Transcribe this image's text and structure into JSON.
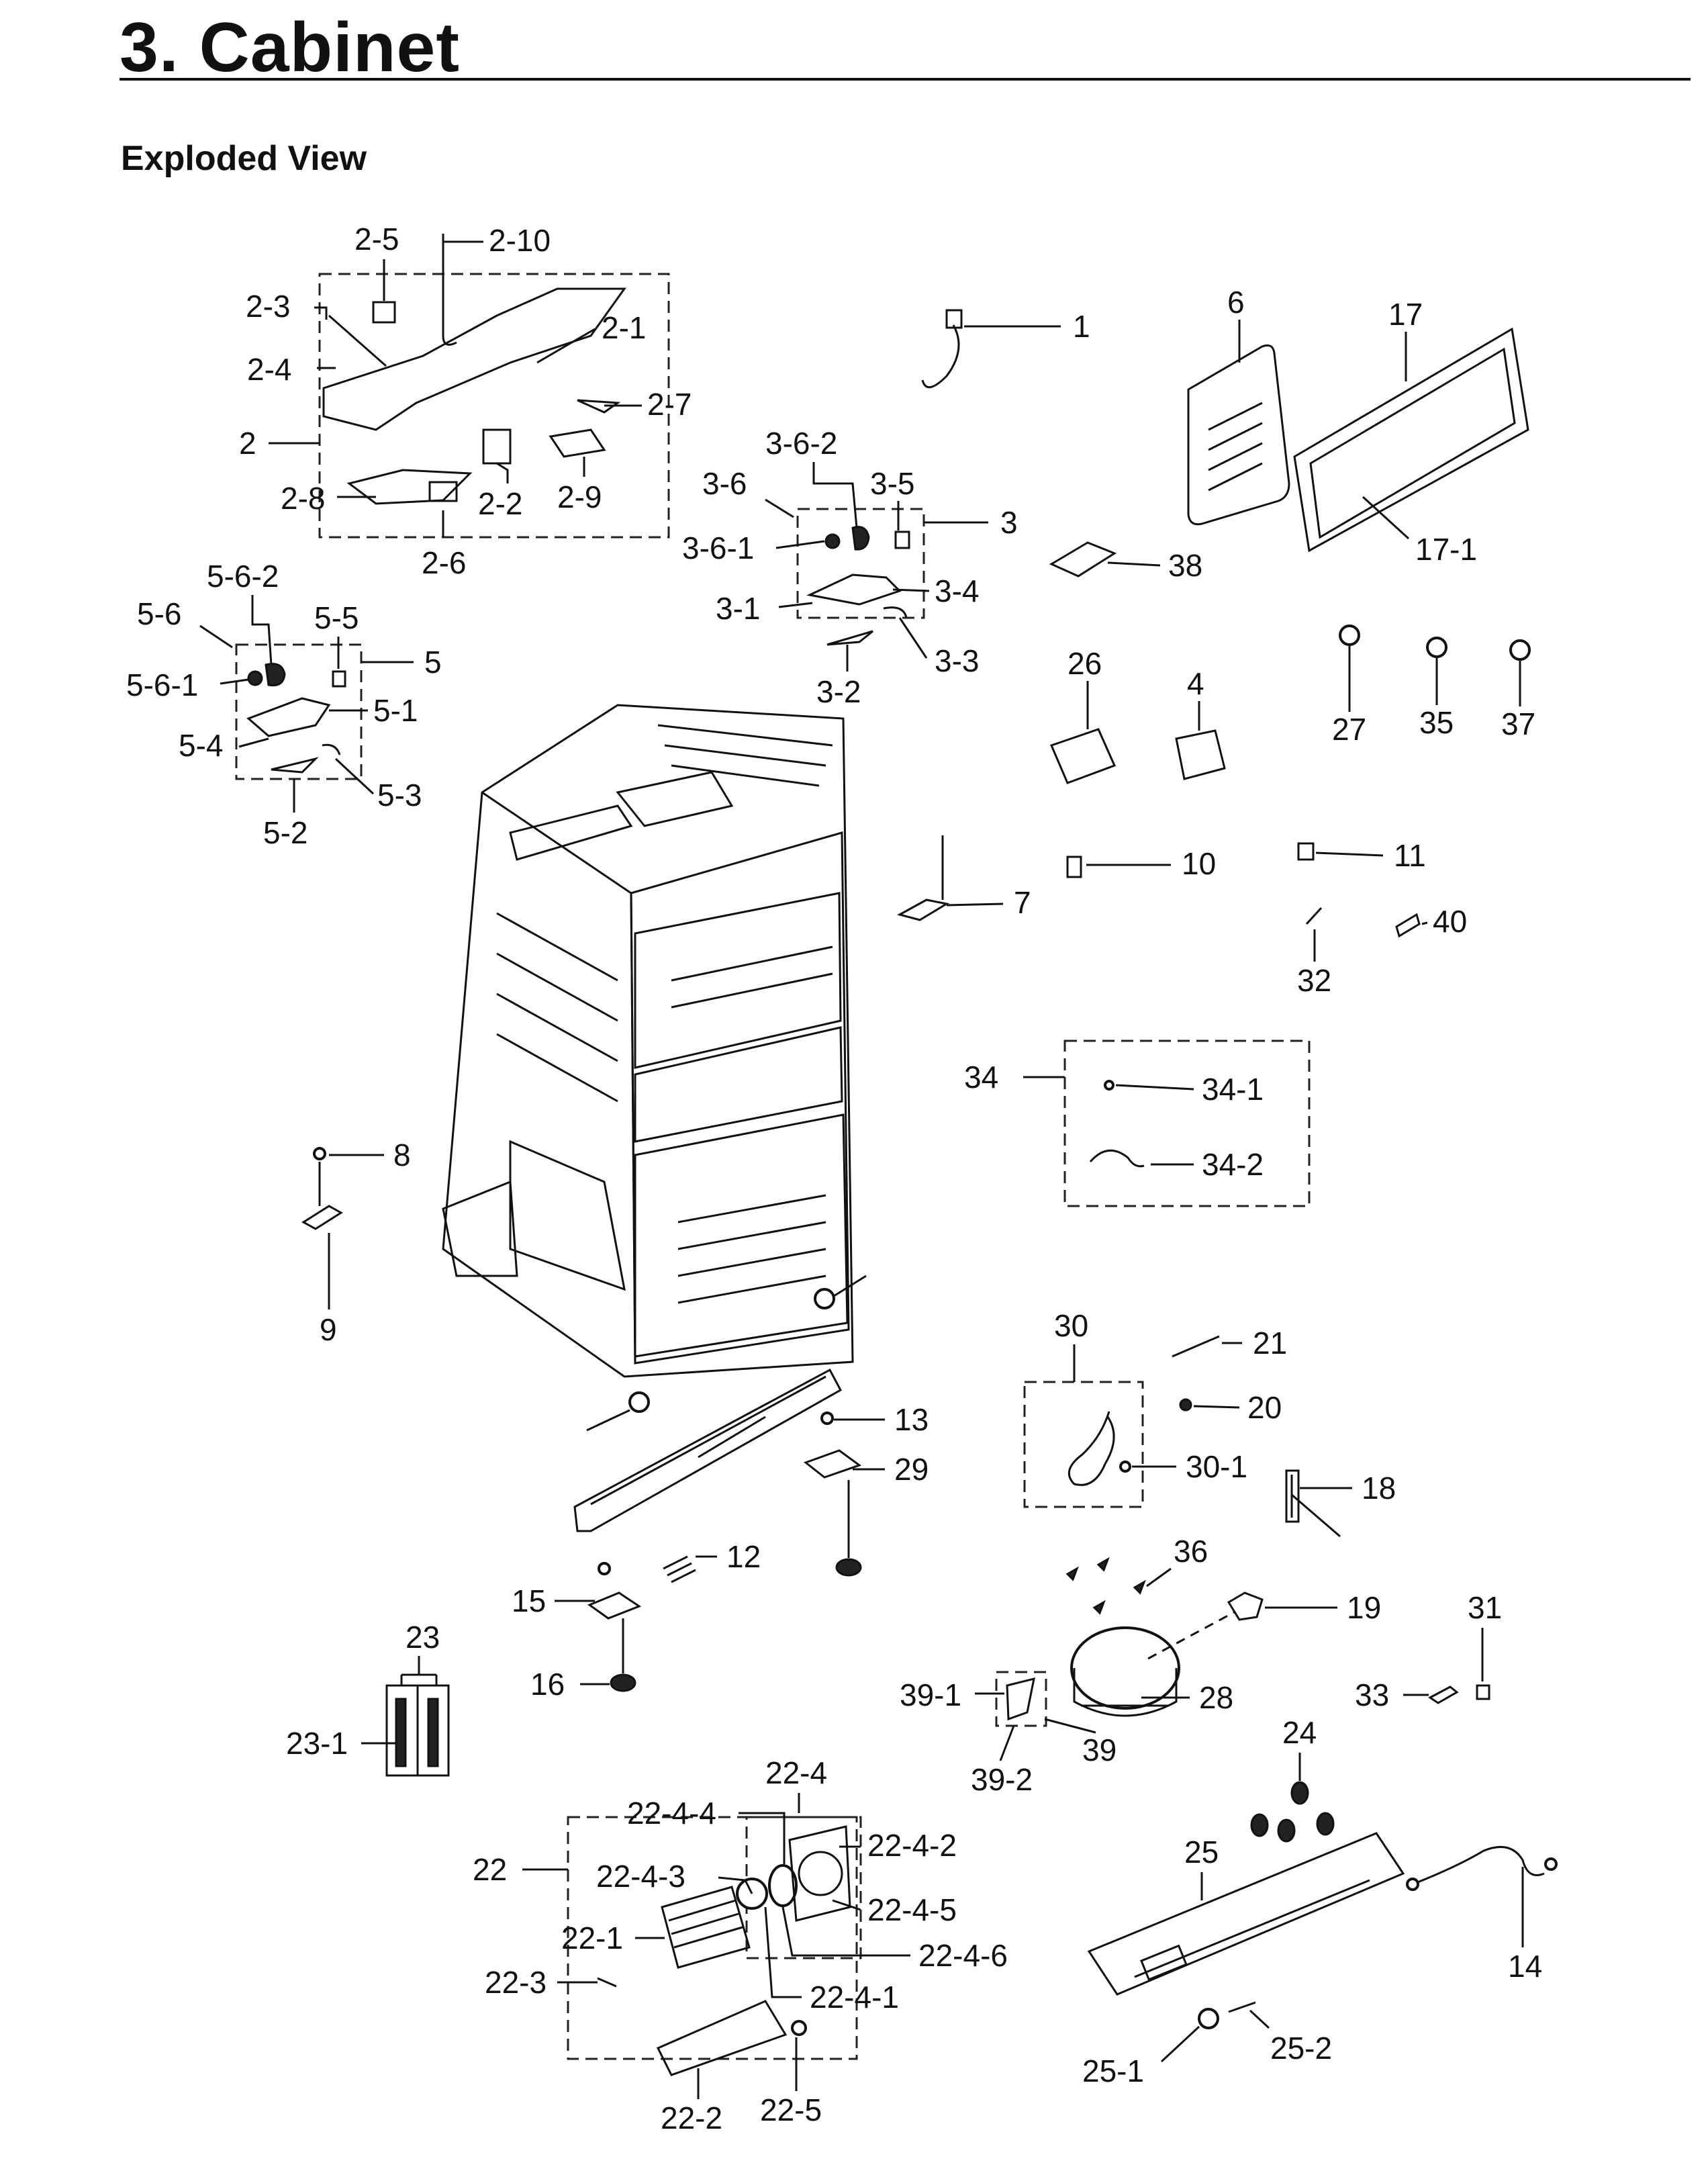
{
  "header": {
    "title": "3.  Cabinet",
    "section": "Exploded View"
  },
  "labels": {
    "p2_5": "2-5",
    "p2_10": "2-10",
    "p2_3": "2-3",
    "p2_1": "2-1",
    "p2_4": "2-4",
    "p2_7": "2-7",
    "p2": "2",
    "p2_2": "2-2",
    "p2_9": "2-9",
    "p2_8": "2-8",
    "p2_6": "2-6",
    "p1": "1",
    "p6": "6",
    "p17": "17",
    "p17_1": "17-1",
    "p3_6_2": "3-6-2",
    "p3_6": "3-6",
    "p3_5": "3-5",
    "p3": "3",
    "p3_6_1": "3-6-1",
    "p3_4": "3-4",
    "p3_1": "3-1",
    "p3_3": "3-3",
    "p3_2": "3-2",
    "p38": "38",
    "p5_6_2": "5-6-2",
    "p5_6": "5-6",
    "p5_5": "5-5",
    "p5": "5",
    "p5_6_1": "5-6-1",
    "p5_1": "5-1",
    "p5_4": "5-4",
    "p5_3": "5-3",
    "p5_2": "5-2",
    "p26": "26",
    "p4": "4",
    "p27": "27",
    "p35": "35",
    "p37": "37",
    "p7": "7",
    "p10": "10",
    "p11": "11",
    "p40": "40",
    "p32": "32",
    "p34": "34",
    "p34_1": "34-1",
    "p34_2": "34-2",
    "p8": "8",
    "p9": "9",
    "p30": "30",
    "p21": "21",
    "p20": "20",
    "p30_1": "30-1",
    "p18": "18",
    "p13": "13",
    "p29": "29",
    "p12": "12",
    "p15": "15",
    "p16": "16",
    "p36": "36",
    "p19": "19",
    "p31": "31",
    "p33": "33",
    "p28": "28",
    "p39_1": "39-1",
    "p39": "39",
    "p39_2": "39-2",
    "p23": "23",
    "p23_1": "23-1",
    "p22_4": "22-4",
    "p22_4_4": "22-4-4",
    "p22_4_2": "22-4-2",
    "p22": "22",
    "p22_4_3": "22-4-3",
    "p22_4_5": "22-4-5",
    "p22_1": "22-1",
    "p22_4_6": "22-4-6",
    "p22_3": "22-3",
    "p22_4_1": "22-4-1",
    "p22_2": "22-2",
    "p22_5": "22-5",
    "p24": "24",
    "p25": "25",
    "p14": "14",
    "p25_1": "25-1",
    "p25_2": "25-2"
  }
}
